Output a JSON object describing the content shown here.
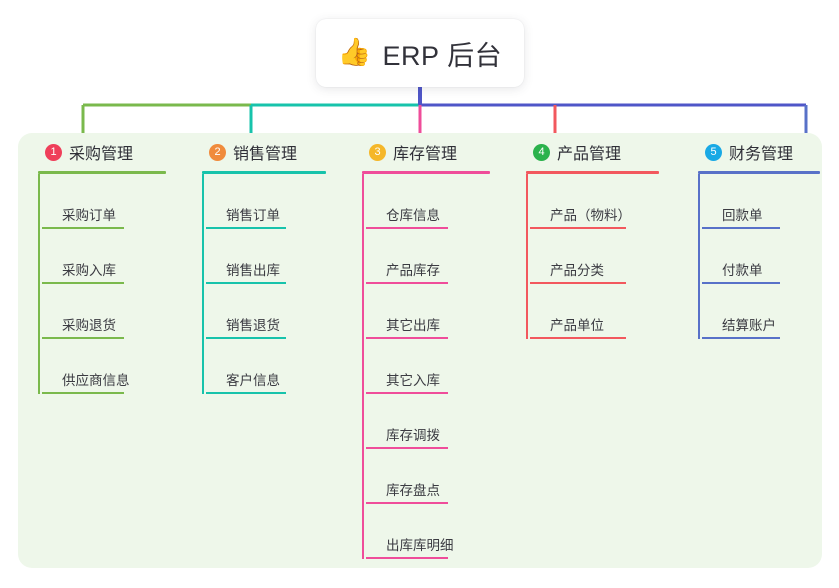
{
  "root": {
    "icon": "thumbs-up-icon",
    "icon_glyph": "👍",
    "title": "ERP 后台",
    "stem_color": "#4f56c8"
  },
  "panel": {
    "background": "#eef7ea"
  },
  "columns": [
    {
      "number": "1",
      "title": "采购管理",
      "badge_color": "#ef3f5a",
      "line_color": "#7ab94c",
      "items": [
        {
          "label": "采购订单"
        },
        {
          "label": "采购入库"
        },
        {
          "label": "采购退货"
        },
        {
          "label": "供应商信息"
        }
      ]
    },
    {
      "number": "2",
      "title": "销售管理",
      "badge_color": "#f08b3c",
      "line_color": "#17c3ab",
      "items": [
        {
          "label": "销售订单"
        },
        {
          "label": "销售出库"
        },
        {
          "label": "销售退货"
        },
        {
          "label": "客户信息"
        }
      ]
    },
    {
      "number": "3",
      "title": "库存管理",
      "badge_color": "#f5b729",
      "line_color": "#ef4d9a",
      "items": [
        {
          "label": "仓库信息"
        },
        {
          "label": "产品库存"
        },
        {
          "label": "其它出库"
        },
        {
          "label": "其它入库"
        },
        {
          "label": "库存调拨"
        },
        {
          "label": "库存盘点"
        },
        {
          "label": "出库库明细"
        }
      ]
    },
    {
      "number": "4",
      "title": "产品管理",
      "badge_color": "#2bb24c",
      "line_color": "#f2585e",
      "items": [
        {
          "label": "产品（物料）"
        },
        {
          "label": "产品分类"
        },
        {
          "label": "产品单位"
        }
      ]
    },
    {
      "number": "5",
      "title": "财务管理",
      "badge_color": "#19a9e5",
      "line_color": "#5871c8",
      "items": [
        {
          "label": "回款单"
        },
        {
          "label": "付款单"
        },
        {
          "label": "结算账户"
        }
      ]
    }
  ]
}
